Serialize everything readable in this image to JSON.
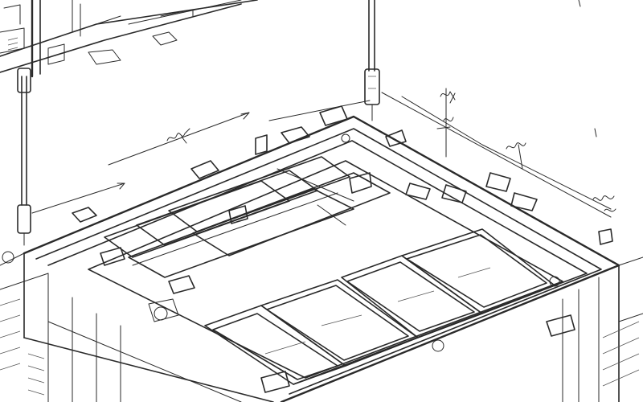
{
  "drawing": {
    "style": "pencil-sketch",
    "subject": "isometric-frame-assembly",
    "ink_color": "#2a2a2a",
    "paper_color": "#ffffff"
  },
  "callouts": [
    {
      "id": "callout-1"
    },
    {
      "id": "callout-2"
    },
    {
      "id": "callout-3"
    },
    {
      "id": "callout-4"
    },
    {
      "id": "callout-5"
    }
  ]
}
